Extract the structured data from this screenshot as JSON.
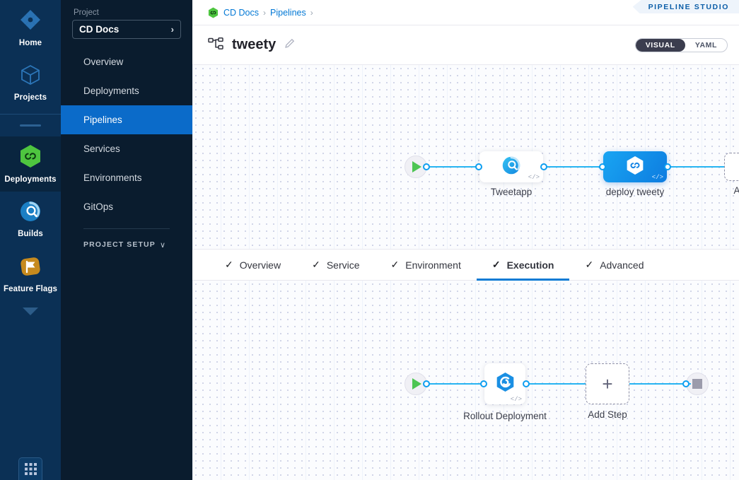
{
  "rail": {
    "items": [
      {
        "label": "Home",
        "icon": "home-diamond-icon",
        "active": false
      },
      {
        "label": "Projects",
        "icon": "cube-icon",
        "active": false
      },
      {
        "label": "Deployments",
        "icon": "cd-hexagon-icon",
        "active": true
      },
      {
        "label": "Builds",
        "icon": "ci-circle-icon",
        "active": false
      },
      {
        "label": "Feature Flags",
        "icon": "flag-icon",
        "active": false
      }
    ],
    "expand_icon": "caret-down-icon",
    "apps_icon": "grid-apps-icon"
  },
  "sidebar": {
    "section_label": "Project",
    "project_name": "CD Docs",
    "project_chevron": "›",
    "items": [
      {
        "label": "Overview",
        "active": false
      },
      {
        "label": "Deployments",
        "active": false
      },
      {
        "label": "Pipelines",
        "active": true
      },
      {
        "label": "Services",
        "active": false
      },
      {
        "label": "Environments",
        "active": false
      },
      {
        "label": "GitOps",
        "active": false
      }
    ],
    "setup_label": "PROJECT SETUP",
    "setup_chevron": "∨"
  },
  "breadcrumb": {
    "module_icon": "cd-module-icon",
    "items": [
      "CD Docs",
      "Pipelines"
    ],
    "separator": "›",
    "studio_badge": "PIPELINE STUDIO"
  },
  "header": {
    "pipeline_icon": "pipeline-tree-icon",
    "title": "tweety",
    "edit_icon": "pencil-icon",
    "view_toggle": {
      "options": [
        "VISUAL",
        "YAML"
      ],
      "selected": "VISUAL"
    }
  },
  "stage_canvas": {
    "start_icon": "play-icon",
    "end_icon": "stop-icon",
    "nodes": [
      {
        "label": "Tweetapp",
        "icon": "ci-build-icon",
        "selected": false,
        "code_tag": "</>"
      },
      {
        "label": "deploy tweety",
        "icon": "cd-hexagon-icon",
        "selected": true,
        "code_tag": "</>"
      }
    ],
    "add_stage": {
      "label": "Add Stage",
      "plus": "+"
    }
  },
  "tabs": [
    {
      "label": "Overview",
      "check": "✓",
      "active": false
    },
    {
      "label": "Service",
      "check": "✓",
      "active": false
    },
    {
      "label": "Environment",
      "check": "✓",
      "active": false
    },
    {
      "label": "Execution",
      "check": "✓",
      "active": true
    },
    {
      "label": "Advanced",
      "check": "✓",
      "active": false
    }
  ],
  "step_canvas": {
    "start_icon": "play-icon",
    "end_icon": "stop-icon",
    "steps": [
      {
        "label": "Rollout Deployment",
        "icon": "rollout-hexagon-icon",
        "code_tag": "</>"
      }
    ],
    "add_step": {
      "label": "Add Step",
      "plus": "+"
    }
  },
  "colors": {
    "accent_blue": "#0b6bc9",
    "edge_blue": "#27b4f2",
    "cd_green": "#4dc553",
    "rail_bg": "#0b3055",
    "sidebar_bg": "#0a1c2e"
  }
}
